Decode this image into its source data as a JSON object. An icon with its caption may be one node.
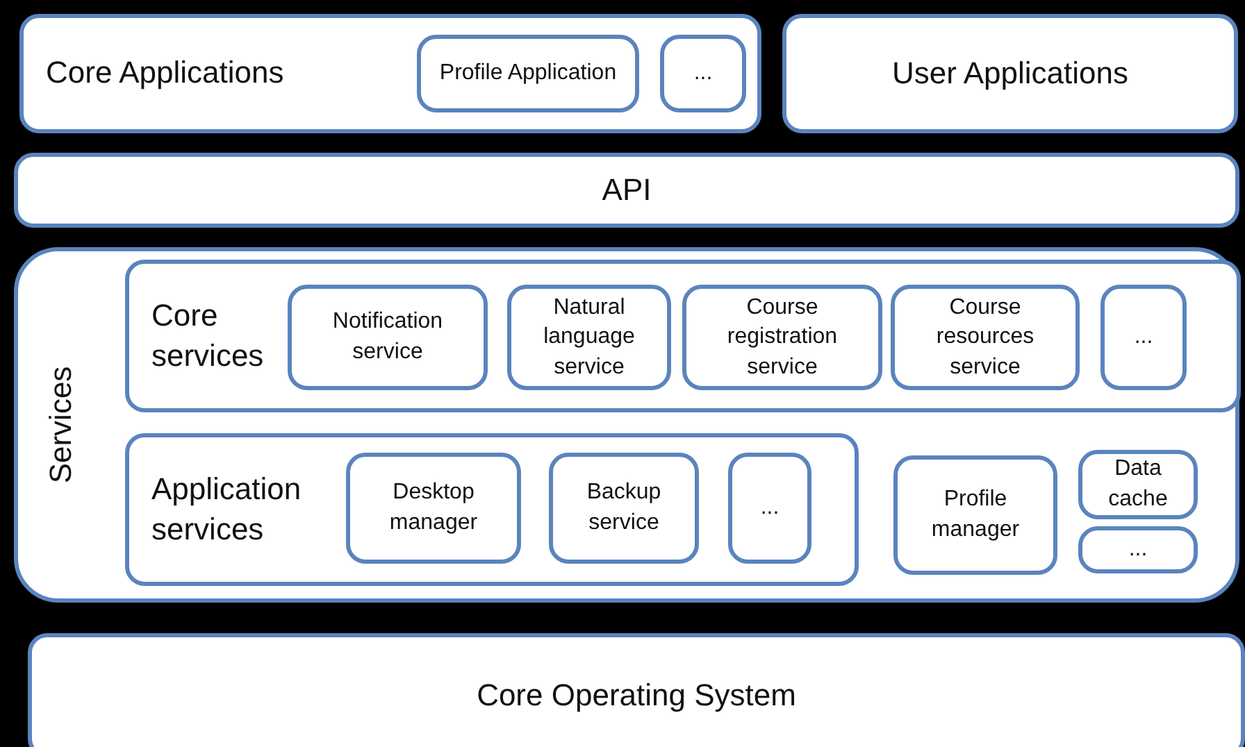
{
  "diagram": {
    "nodes": [
      {
        "text": [
          "Core Applications"
        ]
      },
      {
        "text": [
          "Profile Application"
        ],
        "in": 0
      },
      {
        "text": [
          "..."
        ],
        "in": 0
      },
      {
        "text": [
          "User Applications"
        ]
      },
      {
        "text": [
          "API"
        ]
      },
      {
        "text": [
          "Services"
        ]
      },
      {
        "text": [
          "Core services"
        ],
        "in": 5
      },
      {
        "text": [
          "Notification service"
        ],
        "in": 6
      },
      {
        "text": [
          "Natural language service"
        ],
        "in": 6
      },
      {
        "text": [
          "Course registration service"
        ],
        "in": 6
      },
      {
        "text": [
          "Course resources service"
        ],
        "in": 6
      },
      {
        "text": [
          "..."
        ],
        "in": 6
      },
      {
        "text": [
          "Application services"
        ],
        "in": 5
      },
      {
        "text": [
          "Desktop manager"
        ],
        "in": 12
      },
      {
        "text": [
          "Backup service"
        ],
        "in": 12
      },
      {
        "text": [
          "..."
        ],
        "in": 12
      },
      {
        "text": [
          "Profile manager"
        ],
        "in": 5
      },
      {
        "text": [
          "Data cache"
        ],
        "in": 5
      },
      {
        "text": [
          "..."
        ],
        "in": 5
      },
      {
        "text": [
          "Core Operating System"
        ]
      }
    ],
    "edges": []
  }
}
